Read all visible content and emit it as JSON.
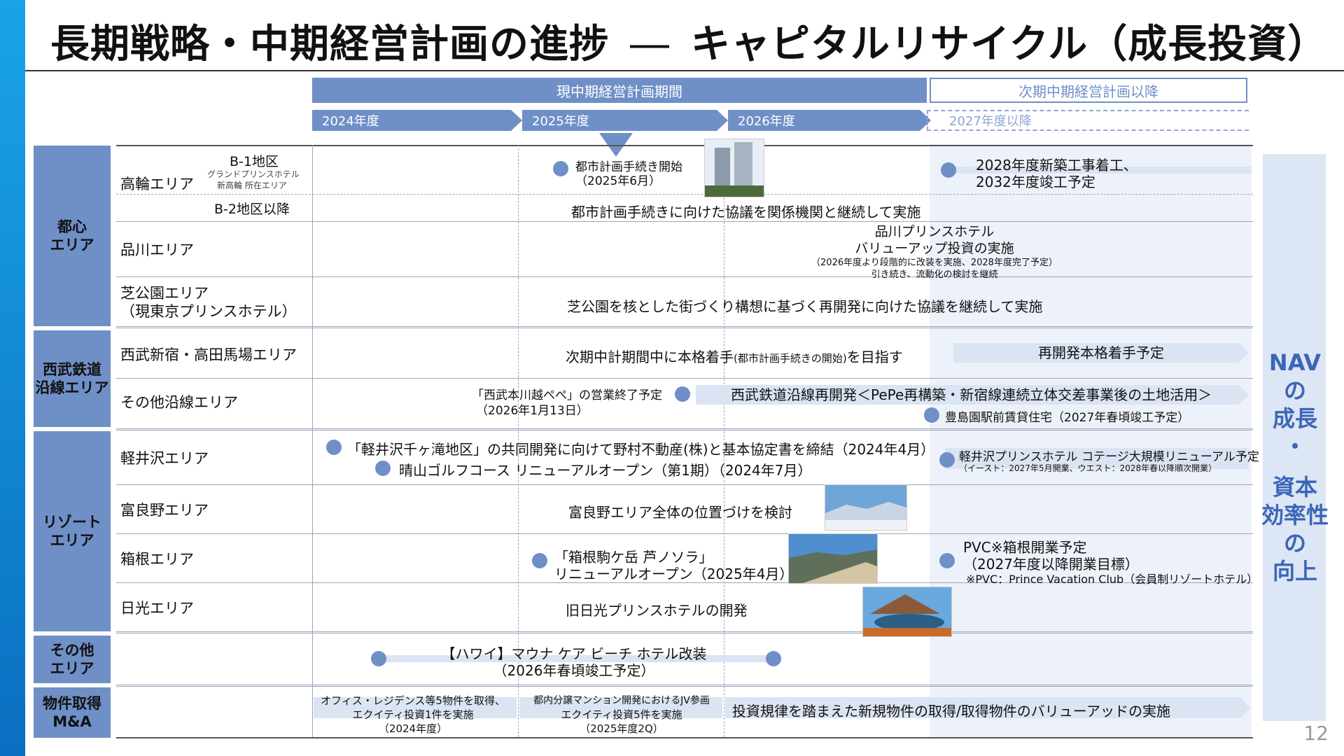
{
  "title": {
    "main": "長期戦略・中期経営計画の進捗",
    "dash": "―",
    "sub": "キャピタルリサイクル（成長投資）"
  },
  "page_number": "12",
  "header": {
    "current_period": "現中期経営計画期間",
    "next_period": "次期中期経営計画以降",
    "years": [
      "2024年度",
      "2025年度",
      "2026年度",
      "2027年度以降"
    ]
  },
  "goal": {
    "line1": "NAVの",
    "line2": "成長",
    "line3": "・",
    "line4": "資本",
    "line5": "効率性の",
    "line6": "向上"
  },
  "categories": {
    "toshin": "都心\nエリア",
    "seibu": "西武鉄道\n沿線エリア",
    "resort": "リゾート\nエリア",
    "other": "その他\nエリア",
    "ma": "物件取得\nM&A"
  },
  "areas": {
    "takanawa": "高輪エリア",
    "b1": "B-1地区",
    "b1_sub1": "グランドプリンスホテル",
    "b1_sub2": "新高輪 所在エリア",
    "b2": "B-2地区以降",
    "shinagawa": "品川エリア",
    "shibakoen": "芝公園エリア\n（現東京プリンスホテル）",
    "shinjuku": "西武新宿・高田馬場エリア",
    "other_line": "その他沿線エリア",
    "karuizawa": "軽井沢エリア",
    "furano": "富良野エリア",
    "hakone": "箱根エリア",
    "nikko": "日光エリア"
  },
  "items": {
    "takanawa_1a": "都市計画手続き開始",
    "takanawa_1b": "（2025年6月）",
    "takanawa_2a": "2028年度新築工事着工、",
    "takanawa_2b": "2032年度竣工予定",
    "b2_text": "都市計画手続きに向けた協議を関係機関と継続して実施",
    "shinagawa_1": "品川プリンスホテル",
    "shinagawa_2": "バリューアップ投資の実施",
    "shinagawa_3": "（2026年度より段階的に改装を実施、2028年度完了予定）",
    "shinagawa_4": "引き続き、流動化の検討を継続",
    "shibakoen_text": "芝公園を核とした街づくり構想に基づく再開発に向けた協議を継続して実施",
    "shinjuku_text": "次期中計期間中に本格着手",
    "shinjuku_small": "(都市計画手続きの開始)",
    "shinjuku_text2": "を目指す",
    "shinjuku_next": "再開発本格着手予定",
    "other_line_1a": "「西武本川越ぺぺ」の営業終了予定",
    "other_line_1b": "（2026年1月13日）",
    "other_line_bar": "西武鉄道沿線再開発＜PePe再構築・新宿線連続立体交差事業後の土地活用＞",
    "other_line_2": "豊島園駅前賃貸住宅（2027年春頃竣工予定）",
    "karuizawa_1": "「軽井沢千ヶ滝地区」の共同開発に向けて野村不動産(株)と基本協定書を締結（2024年4月）",
    "karuizawa_2": "晴山ゴルフコース リニューアルオープン（第1期）（2024年7月）",
    "karuizawa_3": "軽井沢プリンスホテル コテージ大規模リニューアル予定",
    "karuizawa_4": "（イースト：2027年5月開業、ウエスト：2028年春以降順次開業）",
    "furano_text": "富良野エリア全体の位置づけを検討",
    "hakone_1a": "「箱根駒ケ岳 芦ノソラ」",
    "hakone_1b": "リニューアルオープン（2025年4月）",
    "hakone_2a": "PVC※箱根開業予定",
    "hakone_2b": "（2027年度以降開業目標）",
    "hakone_2c": "※PVC：Prince Vacation Club（会員制リゾートホテル）",
    "nikko_text": "旧日光プリンスホテルの開発",
    "hawaii_1": "【ハワイ】マウナ ケア ビーチ ホテル改装",
    "hawaii_2": "（2026年春頃竣工予定）",
    "ma_1a": "オフィス・レジデンス等5物件を取得、",
    "ma_1b": "エクイティ投資1件を実施",
    "ma_1c": "（2024年度）",
    "ma_2a": "都内分譲マンション開発におけるJV参画",
    "ma_2b": "エクイティ投資5件を実施",
    "ma_2c": "（2025年度2Q）",
    "ma_3": "投資規律を踏まえた新規物件の取得/取得物件のバリューアッドの実施"
  },
  "colors": {
    "accent": "#6f8fc7",
    "bar": "#dbe4f3",
    "goal_text": "#3b66b8",
    "left_bar": "#0a6fc2"
  }
}
